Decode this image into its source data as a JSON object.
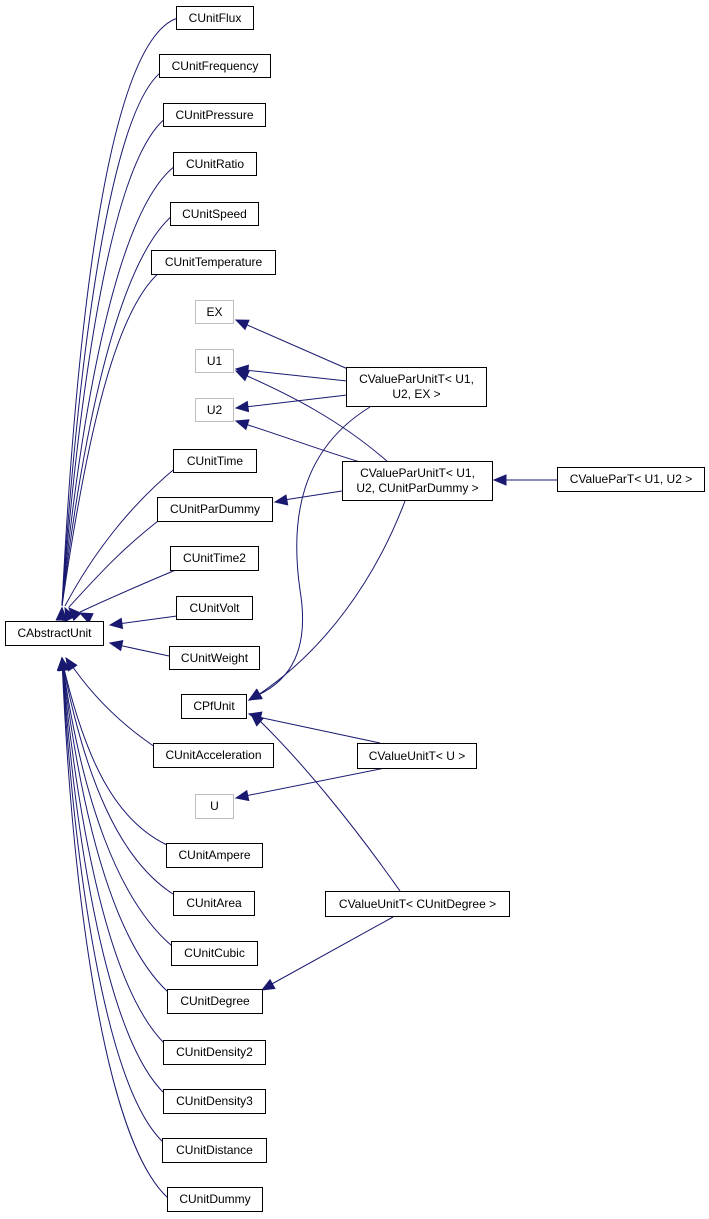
{
  "diagram": {
    "edge_color": "#191970",
    "nodes": {
      "flux": "CUnitFlux",
      "frequency": "CUnitFrequency",
      "pressure": "CUnitPressure",
      "ratio": "CUnitRatio",
      "speed": "CUnitSpeed",
      "temperature": "CUnitTemperature",
      "ex": "EX",
      "u1": "U1",
      "u2": "U2",
      "time": "CUnitTime",
      "pardummy": "CUnitParDummy",
      "time2": "CUnitTime2",
      "volt": "CUnitVolt",
      "weight": "CUnitWeight",
      "abstract": "CAbstractUnit",
      "pfunit": "CPfUnit",
      "acceleration": "CUnitAcceleration",
      "u": "U",
      "ampere": "CUnitAmpere",
      "area": "CUnitArea",
      "cubic": "CUnitCubic",
      "degree": "CUnitDegree",
      "density2": "CUnitDensity2",
      "density3": "CUnitDensity3",
      "distance": "CUnitDistance",
      "dummy": "CUnitDummy",
      "vpu_ex": "CValueParUnitT< U1,\nU2, EX >",
      "vpu_dummy": "CValueParUnitT< U1,\nU2, CUnitParDummy >",
      "vpt": "CValueParT< U1, U2 >",
      "vu_u": "CValueUnitT< U >",
      "vu_degree": "CValueUnitT< CUnitDegree >"
    }
  }
}
